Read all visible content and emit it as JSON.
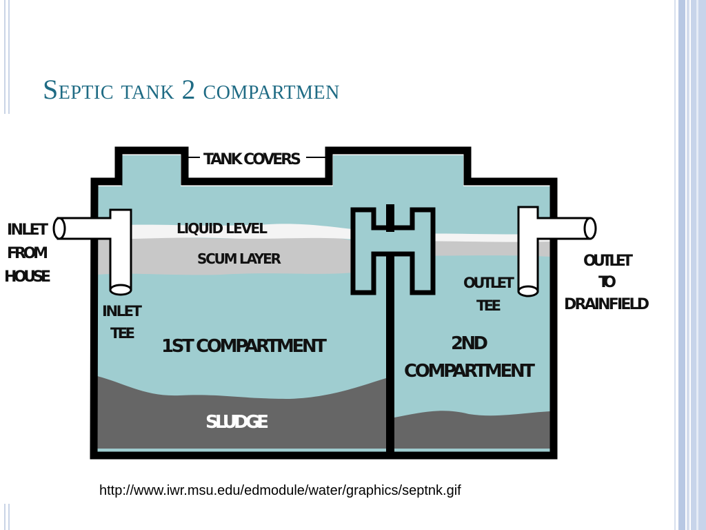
{
  "slide": {
    "title": "Septic tank 2 compartmen",
    "source_url": "http://www.iwr.msu.edu/edmodule/water/graphics/septnk.gif"
  },
  "diagram": {
    "labels": {
      "tank_covers": "TANK COVERS",
      "liquid_level": "LIQUID LEVEL",
      "scum_layer": "SCUM LAYER",
      "inlet_from_house": [
        "INLET",
        "FROM",
        "HOUSE"
      ],
      "inlet_tee": [
        "INLET",
        "TEE"
      ],
      "first_compartment": "1ST COMPARTMENT",
      "sludge": "SLUDGE",
      "outlet_tee": [
        "OUTLET",
        "TEE"
      ],
      "second_compartment": [
        "2ND",
        "COMPARTMENT"
      ],
      "outlet_to_drainfield": [
        "OUTLET",
        "TO",
        "DRAINFIELD"
      ]
    },
    "colors": {
      "water": "#9fcdd0",
      "sludge": "#666666",
      "scum": "#c8c8c8",
      "wall": "#000000",
      "pipe": "#ffffff"
    }
  }
}
